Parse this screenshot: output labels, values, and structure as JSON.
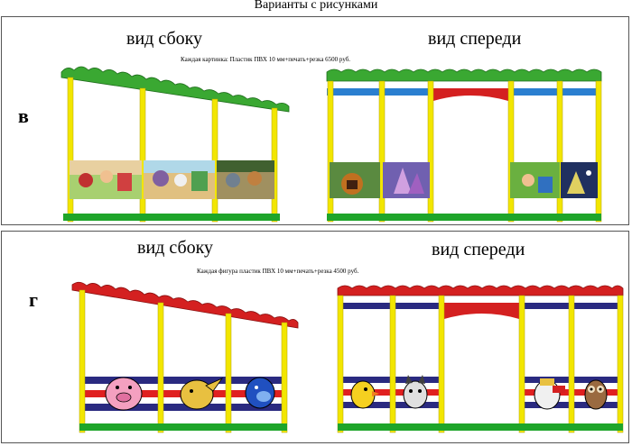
{
  "page_title": "Варианты с рисунками",
  "variants": [
    {
      "letter": "в",
      "side_label": "вид сбоку",
      "front_label": "вид спереди",
      "note": "Каждая  картинка:  Пластик ПВХ 10 мм+печать+резка 6500 руб.",
      "roof_color": "#3aa832",
      "stripe_color": "#2a7fd0"
    },
    {
      "letter": "г",
      "side_label": "вид сбоку",
      "front_label": "вид спереди",
      "note": "Каждая  фигура пластик ПВХ 10 мм+печать+резка 4500 руб.",
      "roof_color": "#d42020",
      "stripe_color": "#2a2a80"
    }
  ],
  "colors": {
    "post": "#f2e600",
    "base_green": "#1ea52a",
    "arch_red": "#d42020",
    "rail_red": "#e02020",
    "rail_navy": "#2a2a80"
  },
  "pictures_v": [
    "fairy-tale-picture-1",
    "fairy-tale-picture-2",
    "fairy-tale-picture-3",
    "fairy-tale-picture-4",
    "fairy-tale-picture-5",
    "fairy-tale-picture-6",
    "fairy-tale-picture-7"
  ],
  "figures_g": [
    "pig-figure",
    "dog-figure",
    "blue-dog-figure",
    "chick-figure",
    "cat-figure",
    "cartoon-figure",
    "owl-figure"
  ]
}
